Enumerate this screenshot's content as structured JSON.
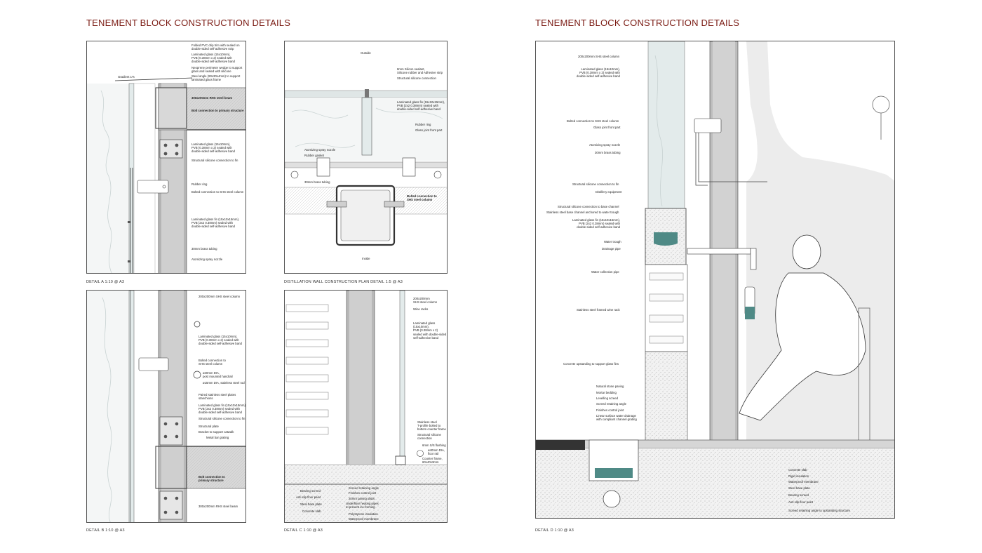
{
  "sheets": [
    {
      "title": "TENEMENT BLOCK CONSTRUCTION DETAILS"
    },
    {
      "title": "TENEMENT BLOCK CONSTRUCTION DETAILS"
    }
  ],
  "details": {
    "a": {
      "caption": "DETAIL A  1:10 @ A3",
      "gradient": "Gradient 1%",
      "labels": [
        "Folded PVC drip trim with sealed on\ndouble-sided self-adhesive strip",
        "Laminated glass (15x10mm),\nPVB (0.38mm x 2) sealed with\ndouble-sided self-adhesive band",
        "Neoprene perimeter wedge to support\nglass and sealed with silicone",
        "Steel angle (90x30x4mm) to support\nlaminated glass frame",
        "300x200mm RHS steel beam",
        "Bolt connection to primary structure",
        "Laminated glass (15x10mm),\nPVB (0.38mm x 2) sealed with\ndouble-sided self-adhesive band",
        "Structural silicone connection to fin",
        "Rubber ring",
        "Bolted connection to SHS steel column",
        "Laminated glass fin (15x10x15mm),\nPVB (2x2 0.38mm) sealed with\ndouble-sided self-adhesive band",
        "30mm brass tubing",
        "Atomizing spray nozzle"
      ]
    },
    "plan": {
      "caption": "DISTILLATION WALL CONSTRUCTION PLAN DETAIL 1:5 @ A3",
      "outside": "Outside",
      "inside": "Inside",
      "labels": [
        "8mm Silicon sealant,\nSilicone rubber and Adhesive strip",
        "Structural silicone connection",
        "Laminated glass fin (15x10x15mm),\nPVB (2x2 0.38mm) sealed with\ndouble-sided self-adhesive band",
        "Rubber ring",
        "Glass joint front part",
        "Bolted connection to\nSHS steel column"
      ],
      "labels_left": [
        "Atomizing spray nozzle",
        "Rubber gasket",
        "30mm brass tubing"
      ]
    },
    "b": {
      "caption": "DETAIL B  1:10 @ A3",
      "labels": [
        "200x200mm SHS steel column",
        "Laminated glass (15x10mm),\nPVB (0.38mm x 2) sealed with\ndouble-sided self-adhesive band",
        "Bolted connection to\nSHS steel column",
        "ø40mm DIA,\npost mounted handrail",
        "ø15mm DIA, stainless steel rod",
        "Paired stainless steel plates\nstanchions",
        "Laminated glass fin (15x10x15mm),\nPVB (2x2 0.38mm) sealed with\ndouble-sided self-adhesive band",
        "Structural silicone connection to fin",
        "Structural plate",
        "Bracket to support catwalk",
        "Metal bar grating",
        "Bolt connection to\nprimary structure",
        "300x200mm RHS steel beam"
      ]
    },
    "c": {
      "caption": "DETAIL C  1:10 @ A3",
      "labels_right": [
        "200x200mm\nSHS steel column",
        "Wine racks",
        "Laminated glass\n(15x10mm),\nPVB (0.38mm x 2)\nsealed with double-sided\nself-adhesive band",
        "Stainless steel\nT-profile bolted to\nbottom counter frame",
        "Structural silicone\nconnection",
        "6mm S/S flashing",
        "ø40mm DIA,\nfloor rail",
        "Counter frame,\n60x40x3mm"
      ],
      "labels_bottom": [
        "Screed retaining angle",
        "Finishes control joint",
        "20mm paving slabs",
        "Underfloor heating pipes\nto prevent ice-forming",
        "Polystyrene insulation",
        "Waterproof membrane"
      ],
      "labels_left": [
        "Bearing screed",
        "Anti slip floor paint",
        "Steel base plate",
        "Concrete slab"
      ]
    },
    "d": {
      "caption": "DETAIL D  1:10 @ A3",
      "labels": [
        "200x200mm SHS steel column",
        "Laminated glass (15x10mm),\nPVB (0.38mm x 2) sealed with\ndouble-sided self-adhesive band",
        "Bolted connection to SHS steel column",
        "Glass joint front part",
        "Atomizing spray nozzle",
        "30mm brass tubing",
        "Structural silicone connection to fin",
        "Distillery equipment",
        "Structural silicone connection to base channel",
        "Stainless steel base channel anchored to water trough",
        "Laminated glass fin (15x10x15mm),\nPVB (2x2 0.38mm) sealed with\ndouble-sided self-adhesive band",
        "Water trough",
        "Drainage pipe",
        "Water collection pipe",
        "Stainless steel framed wine rack",
        "Concrete upstanding to support glass fins"
      ],
      "labels_floor": [
        "Natural stone paving",
        "Mortar bedding",
        "Levelling screed",
        "Screed retaining angle",
        "Finishes control joint",
        "Linear surface water drainage\nwith compliant channel grating"
      ],
      "labels_bottom": [
        "Concrete slab",
        "Rigid insulation",
        "Waterproof membrane",
        "Steel base plate",
        "Bearing screed",
        "Anti slip floor paint",
        "Screed retaining angle to upstanding structure"
      ]
    }
  },
  "colors": {
    "title": "#7a1a12",
    "line": "#333333",
    "glass": "#dde6e6",
    "steel": "#a9a9a9",
    "water": "#4f8a86",
    "concrete": "#e9e9e9"
  }
}
